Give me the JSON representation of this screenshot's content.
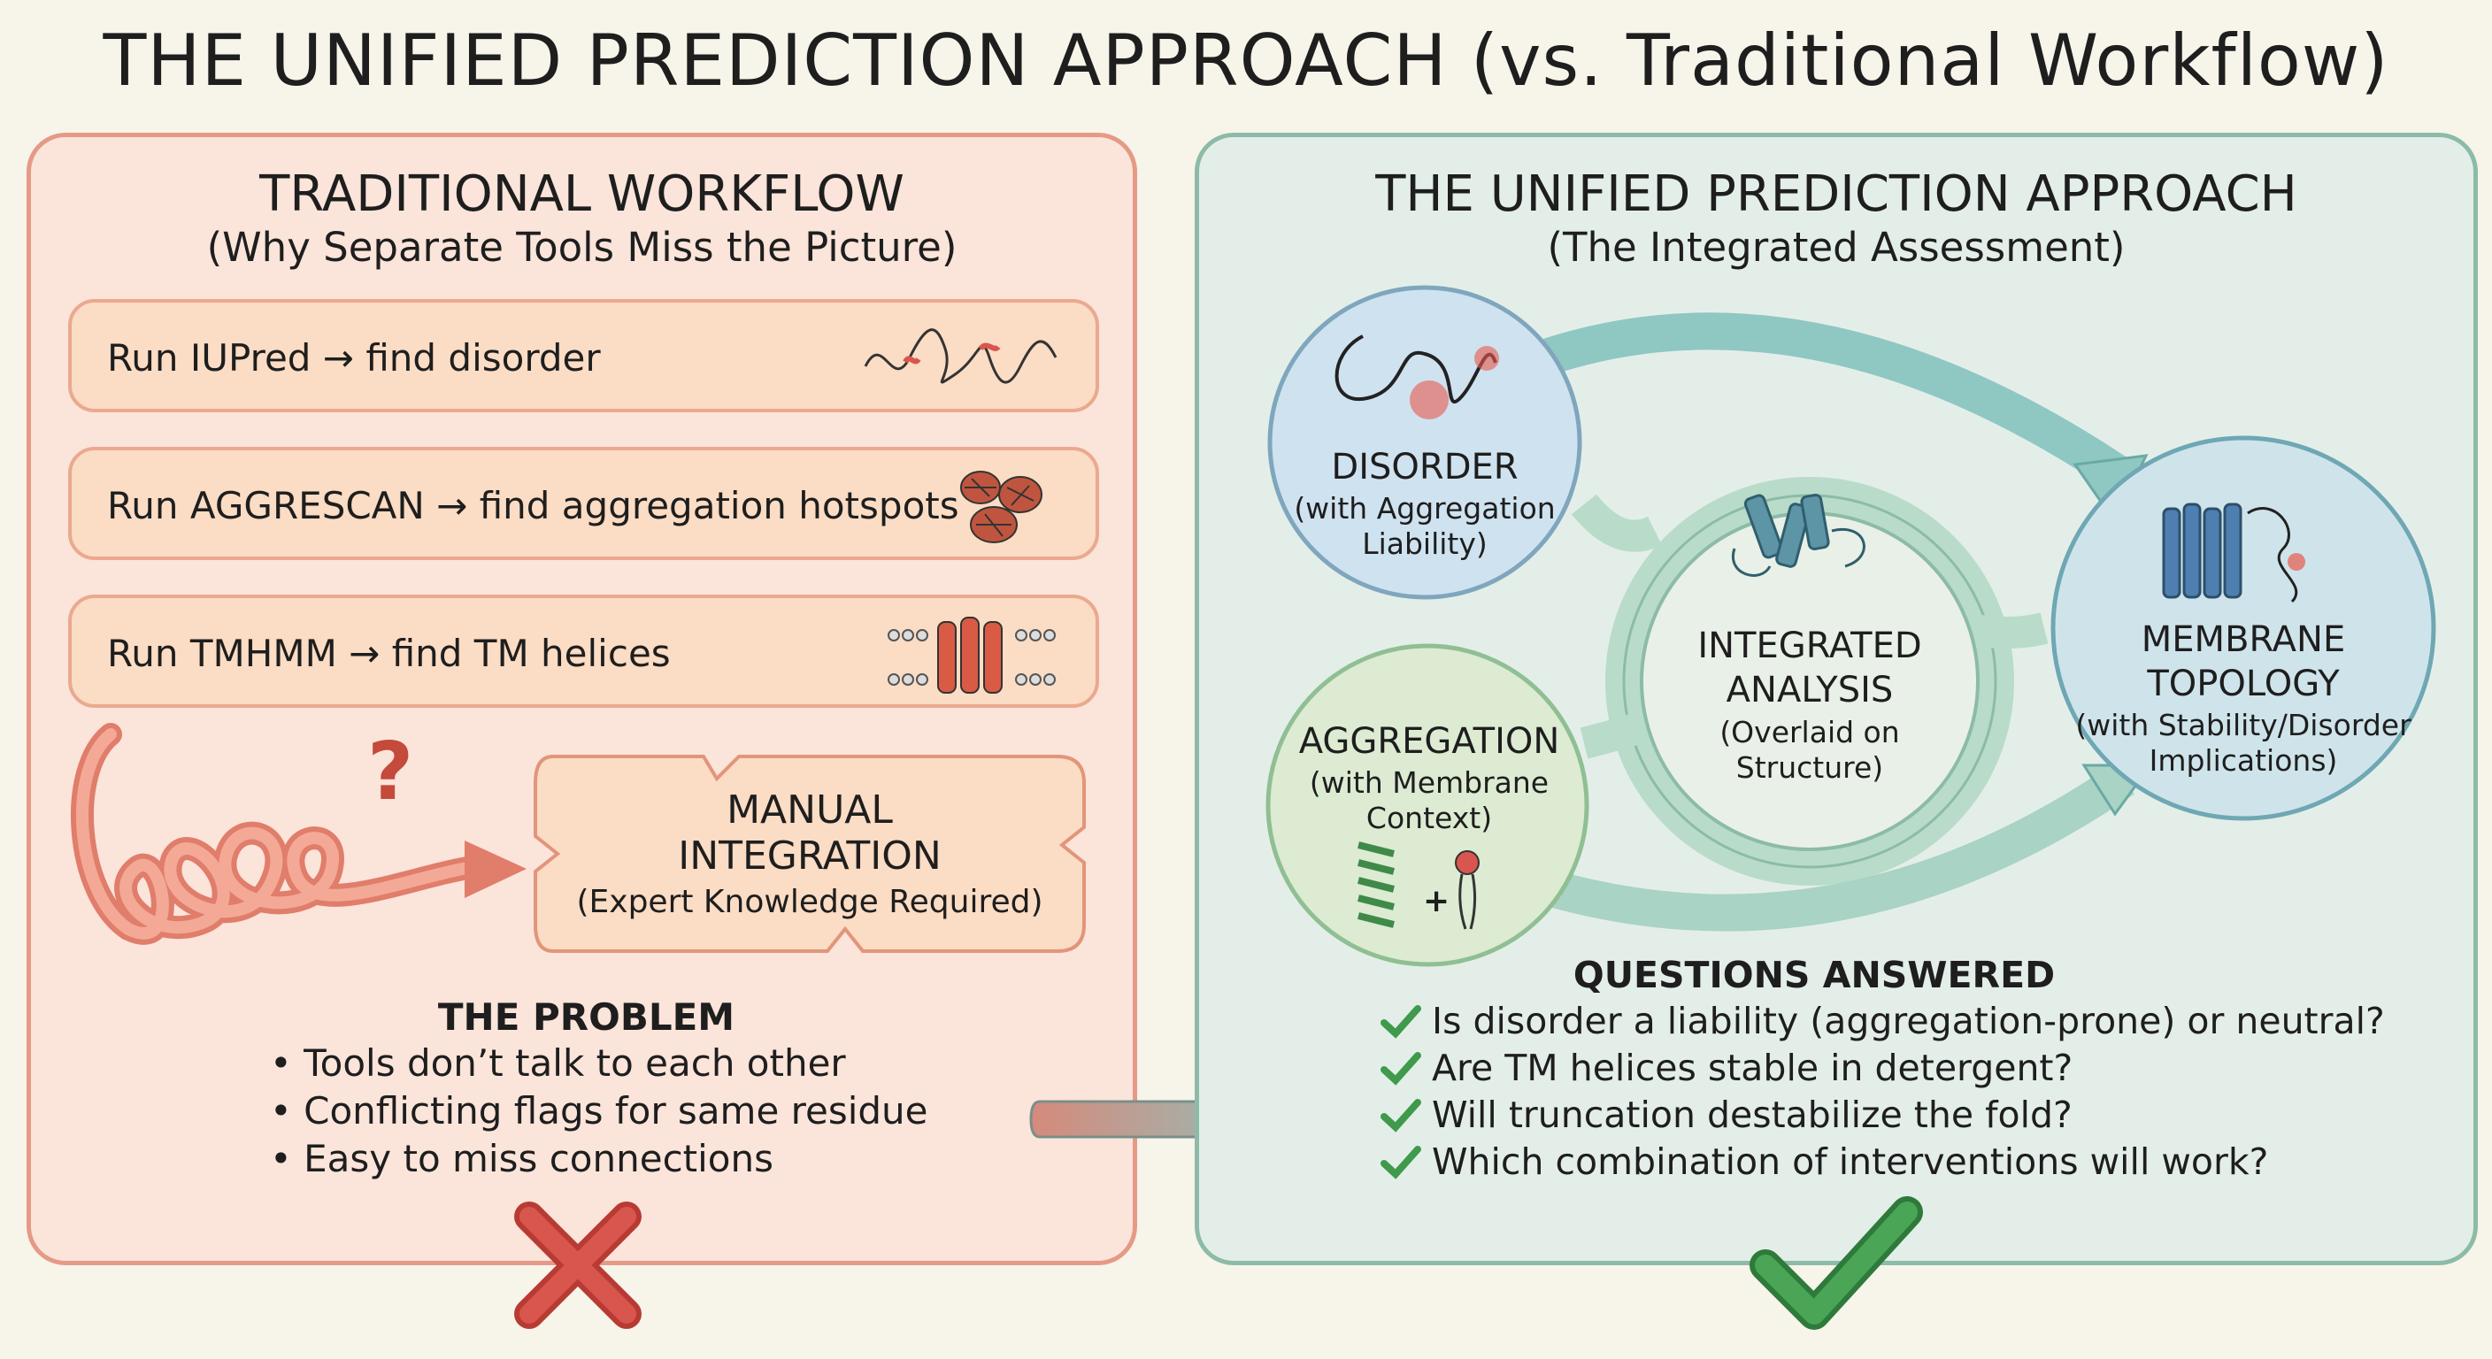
{
  "title": "THE UNIFIED PREDICTION APPROACH (vs. Traditional Workflow)",
  "left": {
    "title": "TRADITIONAL WORKFLOW",
    "subtitle": "(Why Separate Tools Miss the Picture)",
    "tools": [
      {
        "label": "Run IUPred → find disorder",
        "icon": "disordered-chain-icon"
      },
      {
        "label": "Run AGGRESCAN → find aggregation hotspots",
        "icon": "aggregate-cluster-icon"
      },
      {
        "label": "Run TMHMM → find TM helices",
        "icon": "membrane-helix-icon"
      }
    ],
    "question_mark": "?",
    "manual": {
      "line1": "MANUAL",
      "line2": "INTEGRATION",
      "note": "(Expert Knowledge Required)"
    },
    "problem": {
      "title": "THE PROBLEM",
      "items": [
        "Tools don’t talk to each other",
        "Conflicting flags for same residue",
        "Easy to miss connections"
      ]
    }
  },
  "right": {
    "title": "THE UNIFIED PREDICTION APPROACH",
    "subtitle": "(The Integrated Assessment)",
    "disorder": {
      "title": "DISORDER",
      "sub1": "(with Aggregation",
      "sub2": "Liability)"
    },
    "aggregation": {
      "title": "AGGREGATION",
      "sub1": "(with Membrane",
      "sub2": "Context)",
      "plus": "+"
    },
    "integrated": {
      "line1": "INTEGRATED",
      "line2": "ANALYSIS",
      "sub1": "(Overlaid on",
      "sub2": "Structure)"
    },
    "membrane": {
      "line1": "MEMBRANE",
      "line2": "TOPOLOGY",
      "sub1": "(with Stability/Disorder",
      "sub2": "Implications)"
    },
    "questions": {
      "title": "QUESTIONS ANSWERED",
      "items": [
        "Is disorder a liability (aggregation-prone) or neutral?",
        "Are TM helices stable in detergent?",
        "Will truncation destabilize the fold?",
        "Which combination of interventions will work?"
      ]
    }
  },
  "colors": {
    "red": "#d9564e",
    "green": "#3f9a4c",
    "blue_node": "#cfe2ef",
    "green_node": "#dcebd2",
    "teal_arrow": "#9dcdc8"
  }
}
